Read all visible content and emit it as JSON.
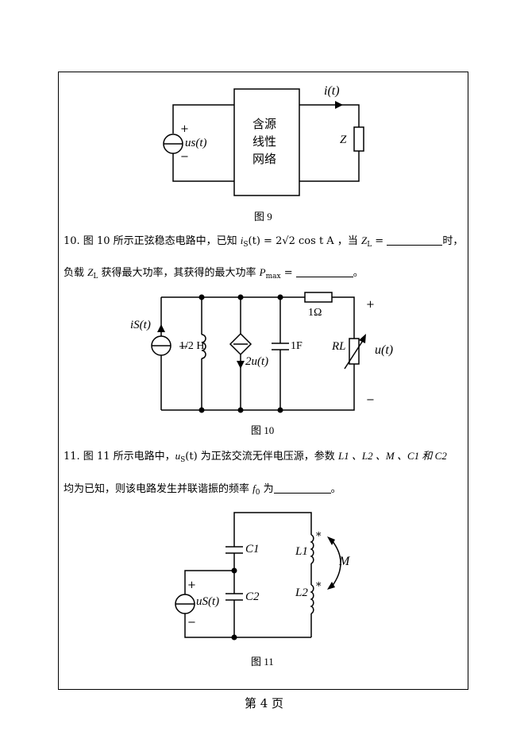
{
  "fig9": {
    "box_text": [
      "含源",
      "线性",
      "网络"
    ],
    "current_label": "i(t)",
    "source_label": "us(t)",
    "load_label": "Z",
    "plus": "+",
    "minus": "−",
    "caption": "图 9"
  },
  "q10": {
    "line1_a": "10. 图 10 所示正弦稳态电路中，已知 ",
    "line1_is": "i",
    "line1_is_sub": "S",
    "line1_b": "(t) = 2√2 cos t A ，当 ",
    "line1_z": "Z",
    "line1_z_sub": "L",
    "line1_c": " = ",
    "line1_d": "时，",
    "line2_a": "负载 ",
    "line2_z": "Z",
    "line2_z_sub": "L",
    "line2_b": " 获得最大功率，其获得的最大功率 ",
    "line2_p": "P",
    "line2_p_sub": "max",
    "line2_c": " = ",
    "line2_d": "。"
  },
  "fig10": {
    "source_label": "iS(t)",
    "inductor_label": "1/2 H",
    "dep_source_label": "2u(t)",
    "cap_label": "1F",
    "res_label": "1Ω",
    "load_label": "RL",
    "voltage_label": "u(t)",
    "plus": "+",
    "minus": "−",
    "caption": "图 10"
  },
  "q11": {
    "line1_a": "11. 图 11 所示电路中，",
    "line1_us": "u",
    "line1_us_sub": "S",
    "line1_b": "(t) 为正弦交流无伴电压源，参数 ",
    "line1_c": "L1 、L2 、M 、C1 和 C2",
    "line2_a": "均为已知，则该电路发生并联谐振的频率 ",
    "line2_f": "f",
    "line2_f_sub": "0",
    "line2_b": " 为",
    "line2_c": "。"
  },
  "fig11": {
    "c1_label": "C1",
    "c2_label": "C2",
    "l1_label": "L1",
    "l2_label": "L2",
    "m_label": "M",
    "dot1": "*",
    "dot2": "*",
    "source_label": "uS(t)",
    "plus": "+",
    "minus": "−",
    "caption": "图 11"
  },
  "footer": {
    "text": "第  4  页"
  }
}
